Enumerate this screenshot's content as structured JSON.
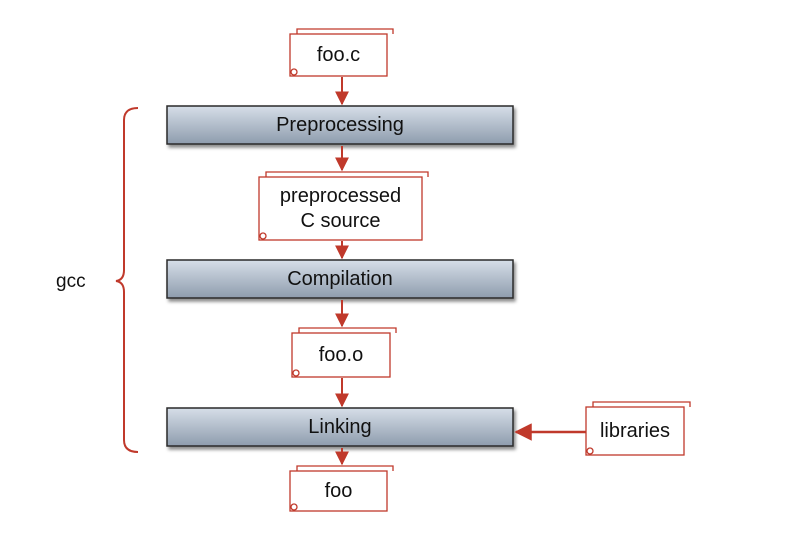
{
  "diagram": {
    "bracket_label": "gcc",
    "stages": {
      "preprocessing": "Preprocessing",
      "compilation": "Compilation",
      "linking": "Linking"
    },
    "documents": {
      "source": "foo.c",
      "preprocessed": "preprocessed\nC source",
      "object": "foo.o",
      "libraries": "libraries",
      "executable": "foo"
    },
    "colors": {
      "accent": "#c0392b",
      "stage_fill_top": "#d6dee8",
      "stage_fill_bottom": "#8e9cad",
      "stage_border": "#2b2b2b"
    }
  }
}
